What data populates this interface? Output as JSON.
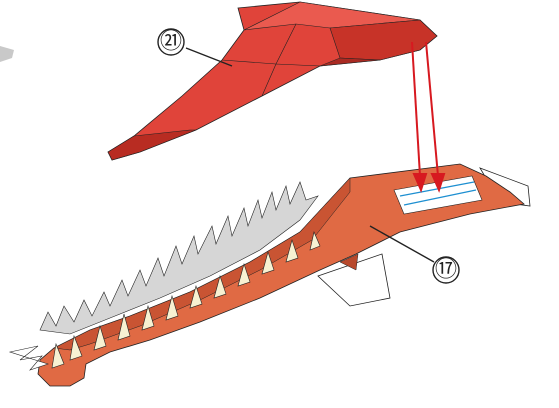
{
  "diagram": {
    "callouts": [
      {
        "id": "part-21",
        "label": "㉑"
      },
      {
        "id": "part-17",
        "label": "⑰"
      }
    ],
    "colors": {
      "upper_part_fill": "#e0443a",
      "upper_part_shade": "#c73328",
      "lower_part_fill": "#e06a44",
      "lower_part_shade": "#c95433",
      "teeth_light": "#f7f1d2",
      "spikes_gray": "#d6d6d6",
      "arrow_red": "#d71920",
      "guide_line_blue": "#1d8fd1",
      "outline": "#222222"
    },
    "arrows": {
      "count": 2,
      "direction": "down"
    }
  }
}
